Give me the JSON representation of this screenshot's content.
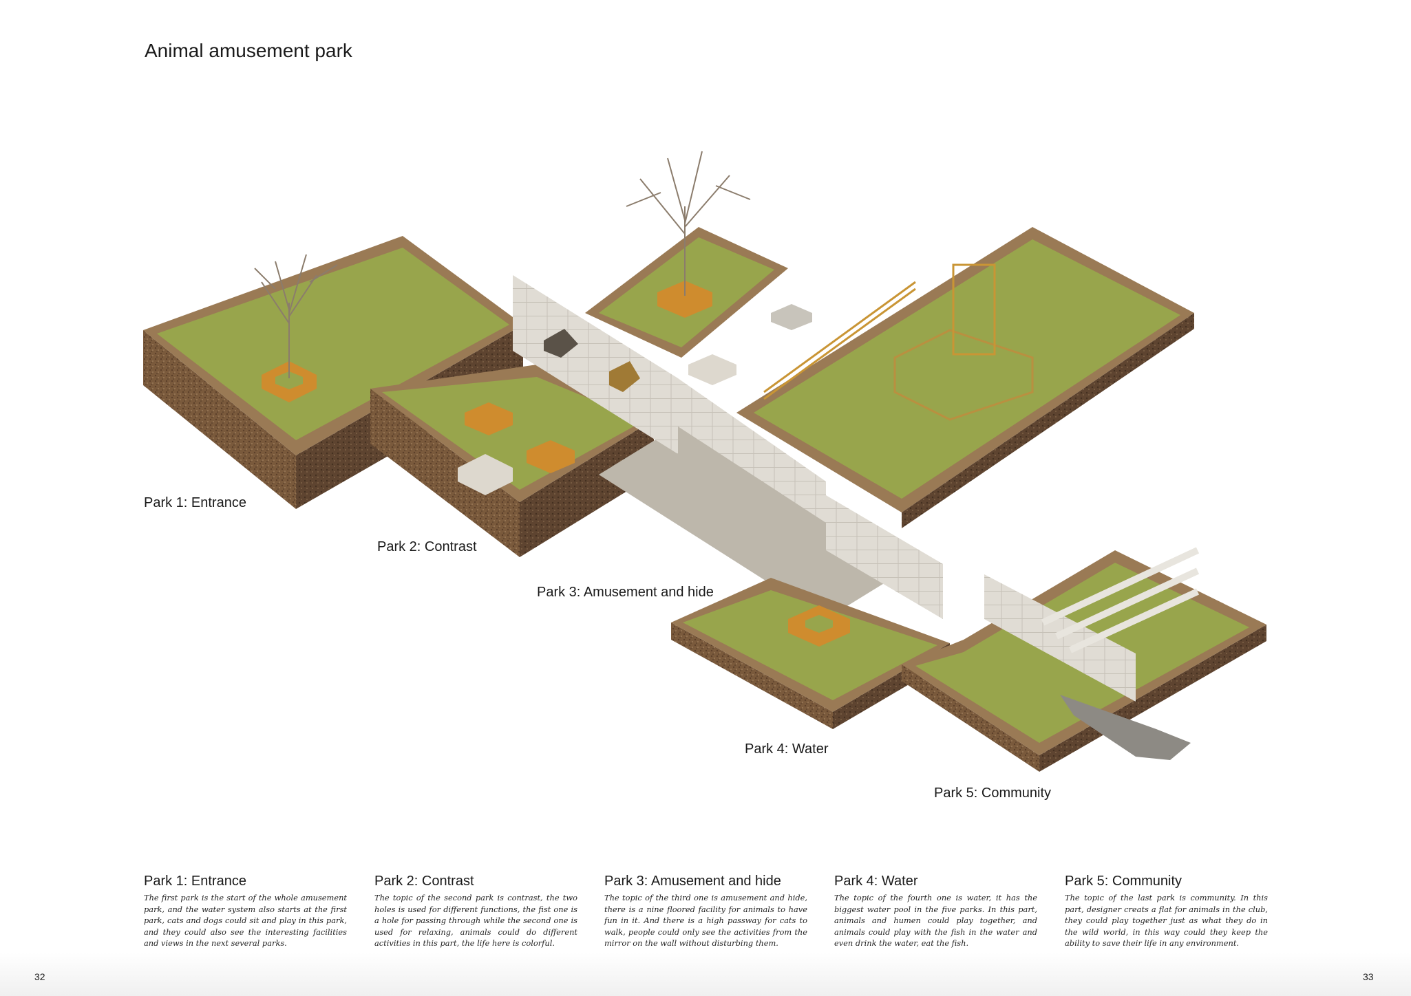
{
  "page_title": "Animal amusement park",
  "illustration_labels": {
    "p1": "Park 1: Entrance",
    "p2": "Park 2: Contrast",
    "p3": "Park 3: Amusement and hide",
    "p4": "Park 4: Water",
    "p5": "Park 5: Community"
  },
  "descriptions": [
    {
      "heading": "Park 1: Entrance",
      "text": "The first park is the start of the whole amusement park, and the water system also starts at the first park, cats and dogs could sit and play in this park, and they could also see the interesting facilities and views in the next several parks."
    },
    {
      "heading": "Park 2: Contrast",
      "text": "The topic of the second park is contrast, the two holes is used for different functions, the fist one is a hole for passing through while the second one is used for relaxing, animals could do different activities in this part, the life here is colorful."
    },
    {
      "heading": "Park 3: Amusement and hide",
      "text": "The topic of the third one is amusement and hide, there is a nine floored facility for animals to  have fun in it. And there is a high passway for cats to walk, people could only see the activities from the mirror on the wall without disturbing them."
    },
    {
      "heading": "Park 4: Water",
      "text": "The topic of the fourth one is water, it has the biggest water pool in the five parks. In this part, animals and humen could play together, and animals could play with the fish in the water and even drink the water, eat the fish."
    },
    {
      "heading": "Park 5: Community",
      "text": "The topic of the last park is community. In this part, designer creats a flat for animals in the club, they could play together just as what they do in the wild world, in this way could they keep the ability to save their life in any environment."
    }
  ],
  "page_numbers": {
    "left": "32",
    "right": "33"
  }
}
